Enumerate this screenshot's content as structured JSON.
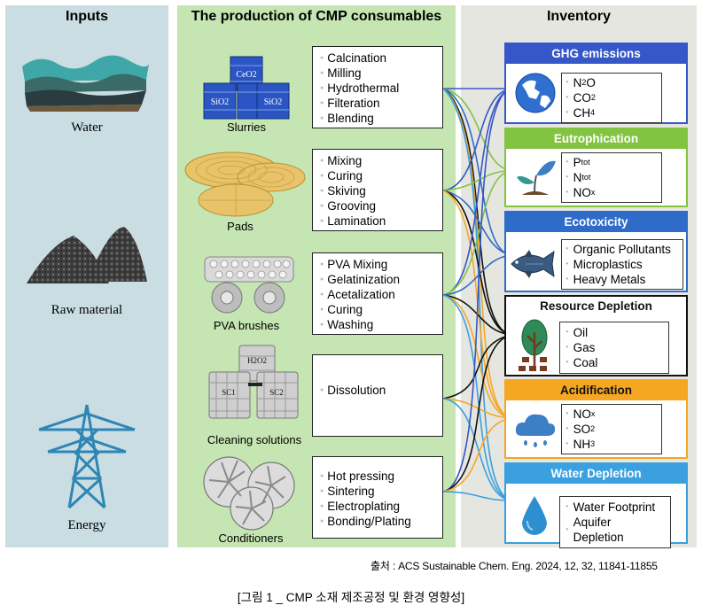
{
  "inputs": {
    "title": "Inputs",
    "items": [
      {
        "label": "Water",
        "icon": "water-waves-icon"
      },
      {
        "label": "Raw material",
        "icon": "raw-material-pile-icon"
      },
      {
        "label": "Energy",
        "icon": "power-tower-icon"
      }
    ]
  },
  "production": {
    "title": "The production of CMP consumables",
    "items": [
      {
        "label": "Slurries",
        "icon": "slurry-barrels-icon",
        "barrel_labels": [
          "CeO2",
          "SiO2",
          "SiO2"
        ],
        "steps": [
          "Calcination",
          "Milling",
          "Hydrothermal",
          "Filteration",
          "Blending"
        ]
      },
      {
        "label": "Pads",
        "icon": "polishing-pads-icon",
        "steps": [
          "Mixing",
          "Curing",
          "Skiving",
          "Grooving",
          "Lamination"
        ]
      },
      {
        "label": "PVA brushes",
        "icon": "pva-brush-icon",
        "steps": [
          "PVA Mixing",
          "Gelatinization",
          "Acetalization",
          "Curing",
          "Washing"
        ]
      },
      {
        "label": "Cleaning solutions",
        "icon": "chemical-drums-icon",
        "drum_labels": [
          "H2O2",
          "SC1",
          "SC2"
        ],
        "steps": [
          "Dissolution"
        ]
      },
      {
        "label": "Conditioners",
        "icon": "conditioner-discs-icon",
        "steps": [
          "Hot pressing",
          "Sintering",
          "Electroplating",
          "Bonding/Plating"
        ]
      }
    ]
  },
  "inventory": {
    "title": "Inventory",
    "categories": [
      {
        "name": "GHG emissions",
        "color": "#3557c8",
        "icon": "globe-icon",
        "items": [
          {
            "base": "N",
            "sub": "2",
            "tail": "O"
          },
          {
            "base": "CO",
            "sub": "2",
            "tail": ""
          },
          {
            "base": "CH",
            "sub": "4",
            "tail": ""
          }
        ]
      },
      {
        "name": "Eutrophication",
        "color": "#82c341",
        "icon": "plant-sprout-icon",
        "items": [
          {
            "base": "P",
            "sub": "tot",
            "tail": ""
          },
          {
            "base": "N",
            "sub": "tot",
            "tail": ""
          },
          {
            "base": "NO",
            "sub": "x",
            "tail": ""
          }
        ]
      },
      {
        "name": "Ecotoxicity",
        "color": "#2f6cc9",
        "icon": "fish-icon",
        "items": [
          {
            "base": "Organic Pollutants",
            "sub": "",
            "tail": ""
          },
          {
            "base": "Microplastics",
            "sub": "",
            "tail": ""
          },
          {
            "base": "Heavy Metals",
            "sub": "",
            "tail": ""
          }
        ]
      },
      {
        "name": "Resource Depletion",
        "color": "#111111",
        "icon": "tree-resource-icon",
        "items": [
          {
            "base": "Oil",
            "sub": "",
            "tail": ""
          },
          {
            "base": "Gas",
            "sub": "",
            "tail": ""
          },
          {
            "base": "Coal",
            "sub": "",
            "tail": ""
          }
        ]
      },
      {
        "name": "Acidification",
        "color": "#f5a623",
        "icon": "rain-cloud-icon",
        "items": [
          {
            "base": "NO",
            "sub": "x",
            "tail": ""
          },
          {
            "base": "SO",
            "sub": "2",
            "tail": ""
          },
          {
            "base": "NH",
            "sub": "3",
            "tail": ""
          }
        ]
      },
      {
        "name": "Water Depletion",
        "color": "#3aa0e0",
        "icon": "water-drop-icon",
        "items": [
          {
            "base": "Water Footprint",
            "sub": "",
            "tail": ""
          },
          {
            "base": "Aquifer Depletion",
            "sub": "",
            "tail": ""
          }
        ]
      }
    ]
  },
  "source": "출처 : ACS Sustainable Chem. Eng. 2024, 12, 32, 11841-11855",
  "caption": "[그림 1 _ CMP 소재 제조공정 및 환경 영향성]"
}
